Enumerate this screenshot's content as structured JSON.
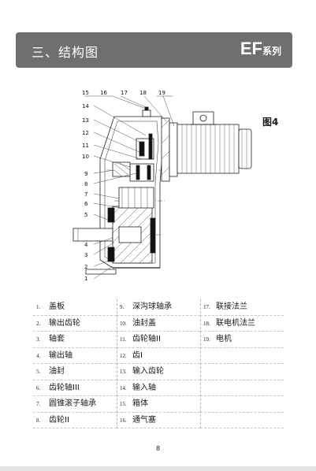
{
  "header": {
    "title": "三、结构图",
    "series_prefix": "EF",
    "series_suffix": "系列"
  },
  "figure": {
    "label": "图4",
    "callouts": [
      "1",
      "2",
      "3",
      "4",
      "5",
      "6",
      "7",
      "8",
      "9",
      "10",
      "11",
      "12",
      "13",
      "14",
      "15",
      "16",
      "17",
      "18",
      "19"
    ]
  },
  "legend": {
    "columns": [
      [
        {
          "num": "1.",
          "text": "盖板"
        },
        {
          "num": "2.",
          "text": "输出齿轮"
        },
        {
          "num": "3.",
          "text": "轴套"
        },
        {
          "num": "4.",
          "text": "输出轴"
        },
        {
          "num": "5.",
          "text": "油封"
        },
        {
          "num": "6.",
          "text": "齿轮轴III"
        },
        {
          "num": "7.",
          "text": "圆锥滚子轴承"
        },
        {
          "num": "8.",
          "text": "齿轮II"
        }
      ],
      [
        {
          "num": "9.",
          "text": "深沟球轴承"
        },
        {
          "num": "10.",
          "text": "油封盖"
        },
        {
          "num": "11.",
          "text": "齿轮轴II"
        },
        {
          "num": "12.",
          "text": "齿I"
        },
        {
          "num": "13.",
          "text": "输入齿轮"
        },
        {
          "num": "14.",
          "text": "输入轴"
        },
        {
          "num": "15.",
          "text": "箱体"
        },
        {
          "num": "16.",
          "text": "通气塞"
        }
      ],
      [
        {
          "num": "17.",
          "text": "联接法兰"
        },
        {
          "num": "18.",
          "text": "联电机法兰"
        },
        {
          "num": "19.",
          "text": "电机"
        },
        {
          "num": "",
          "text": ""
        },
        {
          "num": "",
          "text": ""
        },
        {
          "num": "",
          "text": ""
        },
        {
          "num": "",
          "text": ""
        },
        {
          "num": "",
          "text": ""
        }
      ]
    ]
  },
  "page_number": "8"
}
